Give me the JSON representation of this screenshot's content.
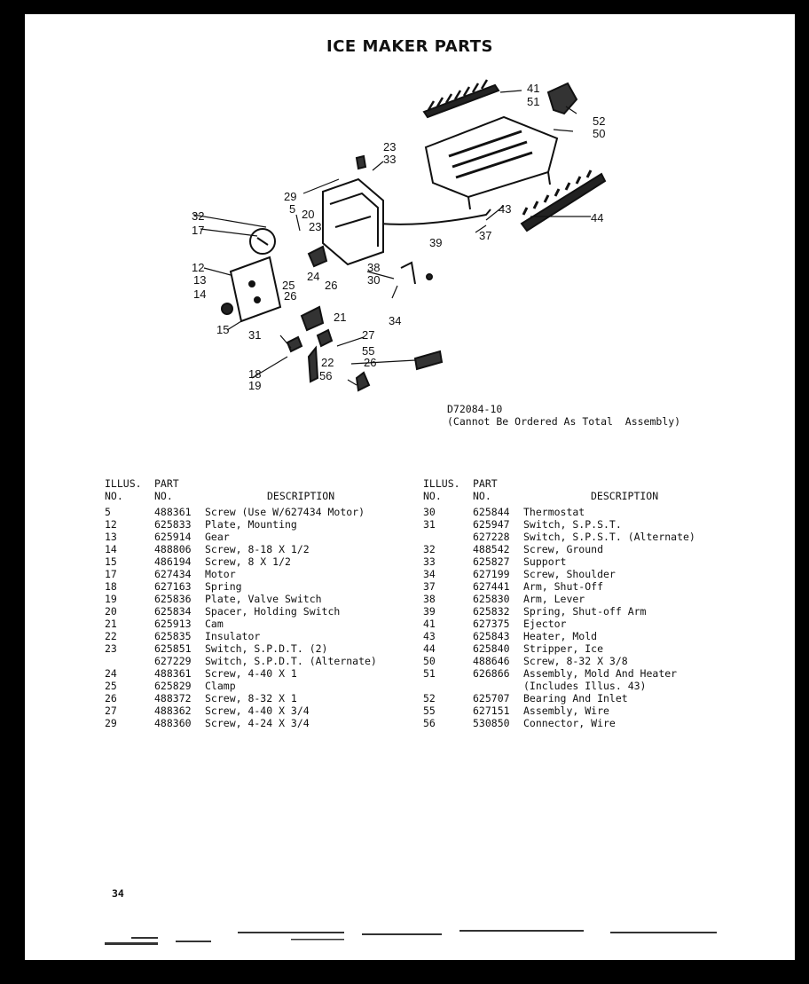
{
  "title": "ICE MAKER PARTS",
  "diagram": {
    "callouts": [
      "41",
      "51",
      "52",
      "50",
      "23",
      "33",
      "29",
      "5",
      "20",
      "23",
      "32",
      "17",
      "43",
      "44",
      "37",
      "39",
      "12",
      "13",
      "14",
      "25",
      "26",
      "24",
      "26",
      "30",
      "38",
      "34",
      "21",
      "15",
      "31",
      "27",
      "55",
      "26",
      "22",
      "18",
      "19",
      "56"
    ],
    "drawing_number": "D72084-10",
    "note": "(Cannot Be Ordered As Total  Assembly)"
  },
  "headers": {
    "illus_line1": "ILLUS.",
    "illus_line2": "NO.",
    "part_line1": "PART",
    "part_line2": "NO.",
    "description": "DESCRIPTION"
  },
  "left_table": [
    {
      "illus": "5",
      "part": "488361",
      "desc": "Screw (Use W/627434 Motor)"
    },
    {
      "illus": "12",
      "part": "625833",
      "desc": "Plate, Mounting"
    },
    {
      "illus": "13",
      "part": "625914",
      "desc": "Gear"
    },
    {
      "illus": "14",
      "part": "488806",
      "desc": "Screw, 8-18 X 1/2"
    },
    {
      "illus": "15",
      "part": "486194",
      "desc": "Screw, 8 X 1/2"
    },
    {
      "illus": "17",
      "part": "627434",
      "desc": "Motor"
    },
    {
      "illus": "18",
      "part": "627163",
      "desc": "Spring"
    },
    {
      "illus": "19",
      "part": "625836",
      "desc": "Plate, Valve Switch"
    },
    {
      "illus": "20",
      "part": "625834",
      "desc": "Spacer, Holding Switch"
    },
    {
      "illus": "21",
      "part": "625913",
      "desc": "Cam"
    },
    {
      "illus": "22",
      "part": "625835",
      "desc": "Insulator"
    },
    {
      "illus": "23",
      "part": "625851",
      "desc": "Switch, S.P.D.T. (2)"
    },
    {
      "illus": "",
      "part": "627229",
      "desc": "Switch, S.P.D.T. (Alternate)"
    },
    {
      "illus": "24",
      "part": "488361",
      "desc": "Screw, 4-40 X 1"
    },
    {
      "illus": "25",
      "part": "625829",
      "desc": "Clamp"
    },
    {
      "illus": "26",
      "part": "488372",
      "desc": "Screw, 8-32 X 1"
    },
    {
      "illus": "27",
      "part": "488362",
      "desc": "Screw, 4-40 X 3/4"
    },
    {
      "illus": "29",
      "part": "488360",
      "desc": "Screw, 4-24 X 3/4"
    }
  ],
  "right_table": [
    {
      "illus": "30",
      "part": "625844",
      "desc": "Thermostat"
    },
    {
      "illus": "31",
      "part": "625947",
      "desc": "Switch, S.P.S.T."
    },
    {
      "illus": "",
      "part": "627228",
      "desc": "Switch, S.P.S.T. (Alternate)"
    },
    {
      "illus": "32",
      "part": "488542",
      "desc": "Screw, Ground"
    },
    {
      "illus": "33",
      "part": "625827",
      "desc": "Support"
    },
    {
      "illus": "34",
      "part": "627199",
      "desc": "Screw, Shoulder"
    },
    {
      "illus": "37",
      "part": "627441",
      "desc": "Arm, Shut-Off"
    },
    {
      "illus": "38",
      "part": "625830",
      "desc": "Arm, Lever"
    },
    {
      "illus": "39",
      "part": "625832",
      "desc": "Spring, Shut-off Arm"
    },
    {
      "illus": "41",
      "part": "627375",
      "desc": "Ejector"
    },
    {
      "illus": "43",
      "part": "625843",
      "desc": "Heater, Mold"
    },
    {
      "illus": "44",
      "part": "625840",
      "desc": "Stripper, Ice"
    },
    {
      "illus": "50",
      "part": "488646",
      "desc": "Screw, 8-32 X 3/8"
    },
    {
      "illus": "51",
      "part": "626866",
      "desc": "Assembly, Mold And Heater"
    },
    {
      "illus": "",
      "part": "",
      "desc": "(Includes Illus. 43)"
    },
    {
      "illus": "52",
      "part": "625707",
      "desc": "Bearing And Inlet"
    },
    {
      "illus": "55",
      "part": "627151",
      "desc": "Assembly, Wire"
    },
    {
      "illus": "56",
      "part": "530850",
      "desc": "Connector, Wire"
    }
  ],
  "page_number": "34"
}
